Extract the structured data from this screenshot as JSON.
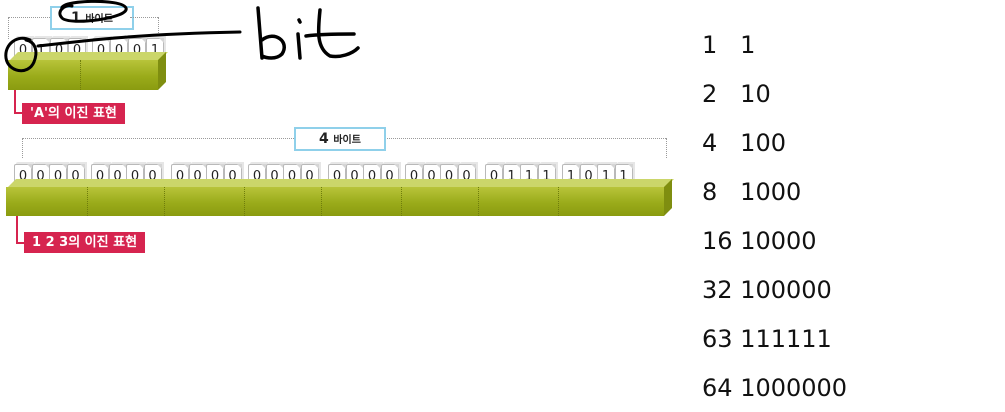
{
  "byte_one": {
    "num": "1",
    "unit": "바이트"
  },
  "byte_four": {
    "num": "4",
    "unit": "바이트"
  },
  "a_bits": [
    "0",
    "1",
    "0",
    "0",
    "0",
    "0",
    "0",
    "1"
  ],
  "caption_a": "'A'의 이진 표현",
  "bits_123": [
    "0",
    "0",
    "0",
    "0",
    "0",
    "0",
    "0",
    "0",
    "0",
    "0",
    "0",
    "0",
    "0",
    "0",
    "0",
    "0",
    "0",
    "0",
    "0",
    "0",
    "0",
    "0",
    "0",
    "0",
    "0",
    "1",
    "1",
    "1",
    "1",
    "0",
    "1",
    "1"
  ],
  "caption_123": "1 2 3의 이진 표현",
  "annotation": {
    "handwritten_text": "bit",
    "color": "#000000"
  },
  "powers": [
    {
      "n": "1",
      "bin": "1"
    },
    {
      "n": "2",
      "bin": "10"
    },
    {
      "n": "4",
      "bin": "100"
    },
    {
      "n": "8",
      "bin": "1000"
    },
    {
      "n": "16",
      "bin": "10000"
    },
    {
      "n": "32",
      "bin": "100000"
    },
    {
      "n": "63",
      "bin": "111111"
    },
    {
      "n": "64",
      "bin": "1000000"
    }
  ],
  "colors": {
    "caption_bg": "#d6244f",
    "bar_olive": "#a7b62a",
    "label_border": "#8fd0ea"
  }
}
